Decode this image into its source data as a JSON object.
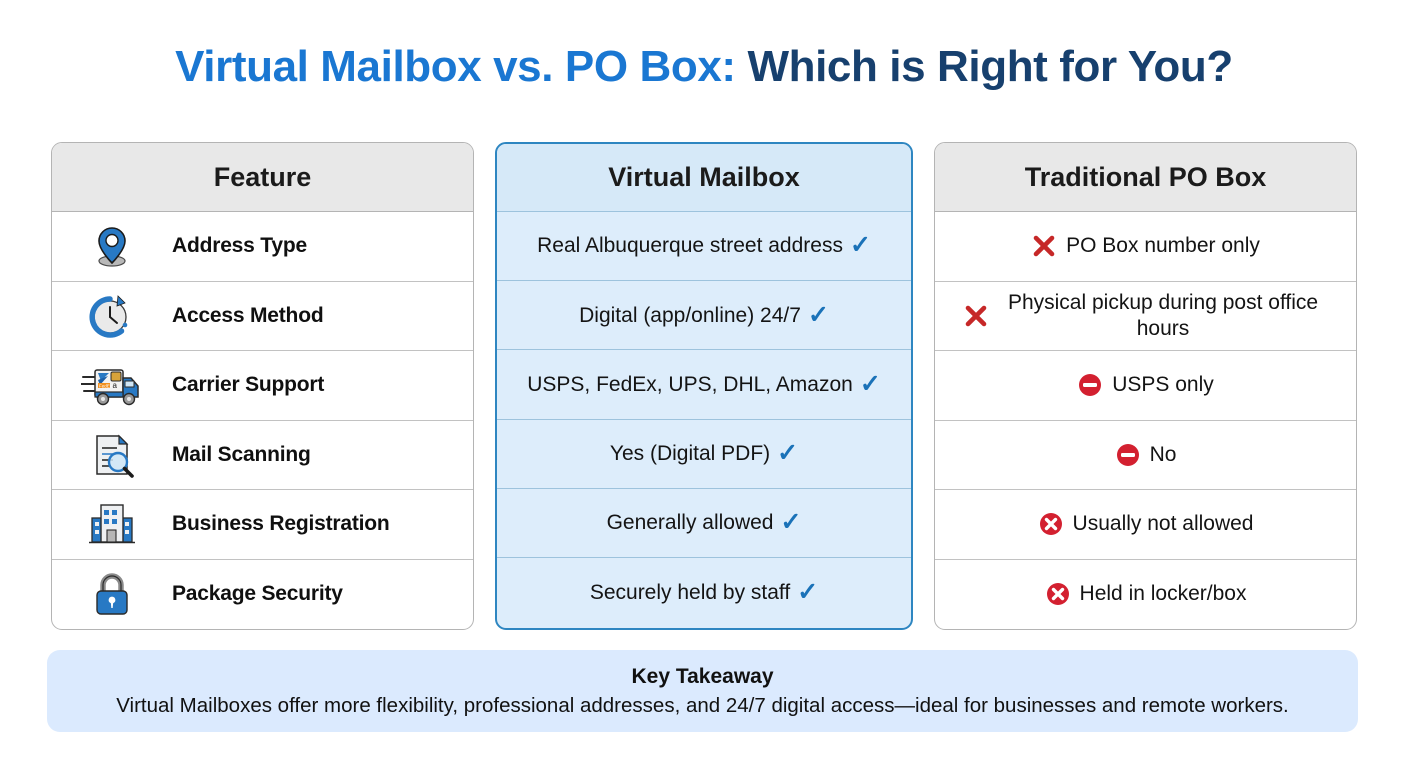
{
  "title": {
    "part1": "Virtual Mailbox vs. PO Box: ",
    "part2": "Which is Right for You?",
    "color1": "#1a77d2",
    "color2": "#17406e"
  },
  "table": {
    "headers": {
      "feature": "Feature",
      "virtual": "Virtual Mailbox",
      "pobox": "Traditional PO Box"
    },
    "rows": [
      {
        "feature": "Address Type",
        "icon": "location-pin-icon",
        "virtual": "Real Albuquerque street address",
        "virtual_mark": "✓",
        "pobox": "PO Box number only",
        "pobox_icon": "red-cross-icon"
      },
      {
        "feature": "Access Method",
        "icon": "clock-24-7-icon",
        "virtual": "Digital (app/online) 24/7",
        "virtual_mark": "✓",
        "pobox": "Physical pickup during post office hours",
        "pobox_icon": "red-cross-icon"
      },
      {
        "feature": "Carrier Support",
        "icon": "delivery-truck-icon",
        "virtual": "USPS, FedEx, UPS, DHL, Amazon",
        "virtual_mark": "✓",
        "pobox": "USPS only",
        "pobox_icon": "red-no-entry-icon"
      },
      {
        "feature": "Mail Scanning",
        "icon": "document-scan-icon",
        "virtual": "Yes (Digital PDF)",
        "virtual_mark": "✓",
        "pobox": "No",
        "pobox_icon": "red-no-entry-icon"
      },
      {
        "feature": "Business Registration",
        "icon": "office-building-icon",
        "virtual": "Generally allowed",
        "virtual_mark": "✓",
        "pobox": "Usually not allowed",
        "pobox_icon": "red-circle-x-icon"
      },
      {
        "feature": "Package Security",
        "icon": "padlock-icon",
        "virtual": "Securely held by staff",
        "virtual_mark": "✓",
        "pobox": "Held in locker/box",
        "pobox_icon": "red-circle-x-icon"
      }
    ]
  },
  "takeaway": {
    "title": "Key Takeaway",
    "body": "Virtual Mailboxes offer more flexibility, professional addresses, and 24/7 digital access—ideal for businesses and remote workers."
  },
  "colors": {
    "accent_blue": "#2e86c1",
    "check_blue": "#1a72b8",
    "negative_red": "#d32030",
    "header_gray": "#e8e8e8",
    "virtual_bg": "#ddedfb",
    "takeaway_bg": "#dbeafe"
  }
}
